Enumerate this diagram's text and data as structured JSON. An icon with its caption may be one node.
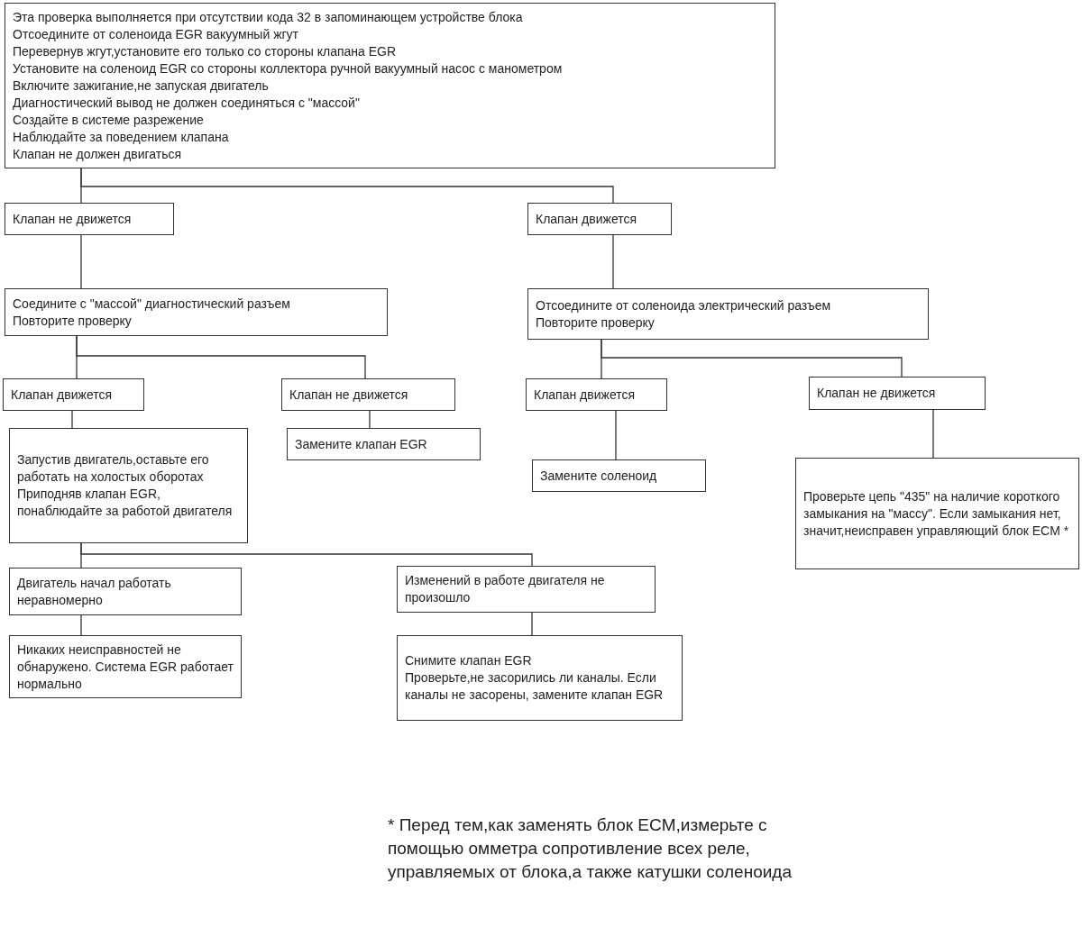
{
  "diagram": {
    "nodes": [
      {
        "text": [
          "Эта проверка выполняется при отсутствии кода 32 в запоминающем устройстве блока",
          "Отсоедините от соленоида EGR вакуумный жгут",
          "Перевернув жгут,установите его только со стороны клапана EGR",
          "Установите на соленоид EGR со стороны коллектора ручной вакуумный насос с манометром",
          "Включите зажигание,не запуская двигатель",
          "Диагностический вывод не должен соединяться с \"массой\"",
          "Создайте в системе разрежение",
          "Наблюдайте за поведением клапана",
          "Клапан не должен двигаться"
        ]
      },
      {
        "text": [
          "Клапан не движется"
        ]
      },
      {
        "text": [
          "Клапан движется"
        ]
      },
      {
        "text": [
          "Соедините с \"массой\" диагностический разъем",
          "Повторите проверку"
        ]
      },
      {
        "text": [
          "Отсоедините от соленоида электрический разъем",
          "Повторите проверку"
        ]
      },
      {
        "text": [
          "Клапан движется"
        ]
      },
      {
        "text": [
          "Клапан не движется"
        ]
      },
      {
        "text": [
          "Клапан движется"
        ]
      },
      {
        "text": [
          "Клапан не движется"
        ]
      },
      {
        "text": [
          "Запустив двигатель,оставьте его работать на холостых оборотах",
          "Приподняв клапан EGR, понаблюдайте за работой двигателя"
        ]
      },
      {
        "text": [
          "Замените клапан EGR"
        ]
      },
      {
        "text": [
          "Замените соленоид"
        ]
      },
      {
        "text": [
          "Проверьте цепь \"435\" на наличие короткого замыкания на \"массу\". Если замыкания нет, значит,неисправен управляющий блок ECM *"
        ]
      },
      {
        "text": [
          "Двигатель начал работать неравномерно"
        ]
      },
      {
        "text": [
          "Изменений в работе двигателя не произошло"
        ]
      },
      {
        "text": [
          "Никаких неисправностей не обнаружено. Система EGR работает нормально"
        ]
      },
      {
        "text": [
          "Снимите клапан EGR",
          "Проверьте,не засорились ли каналы. Если каналы не засорены, замените клапан EGR"
        ]
      }
    ],
    "edges": [
      {
        "from": 0,
        "to": 1,
        "arrow": "none"
      },
      {
        "from": 0,
        "to": 2,
        "arrow": "none"
      },
      {
        "from": 1,
        "to": 3,
        "arrow": "none"
      },
      {
        "from": 2,
        "to": 4,
        "arrow": "none"
      },
      {
        "from": 3,
        "to": 5,
        "arrow": "none"
      },
      {
        "from": 3,
        "to": 6,
        "arrow": "none"
      },
      {
        "from": 4,
        "to": 7,
        "arrow": "none"
      },
      {
        "from": 4,
        "to": 8,
        "arrow": "none"
      },
      {
        "from": 5,
        "to": 9,
        "arrow": "none"
      },
      {
        "from": 6,
        "to": 10,
        "arrow": "none"
      },
      {
        "from": 7,
        "to": 11,
        "arrow": "none"
      },
      {
        "from": 8,
        "to": 12,
        "arrow": "none"
      },
      {
        "from": 9,
        "to": 13,
        "arrow": "none"
      },
      {
        "from": 9,
        "to": 14,
        "arrow": "none"
      },
      {
        "from": 13,
        "to": 15,
        "arrow": "none"
      },
      {
        "from": 14,
        "to": 16,
        "arrow": "none"
      }
    ],
    "labels": [
      "* Перед тем,как заменять блок ECM,измерьте с помощью омметра сопротивление всех реле, управляемых от блока,а также катушки соленоида"
    ]
  }
}
